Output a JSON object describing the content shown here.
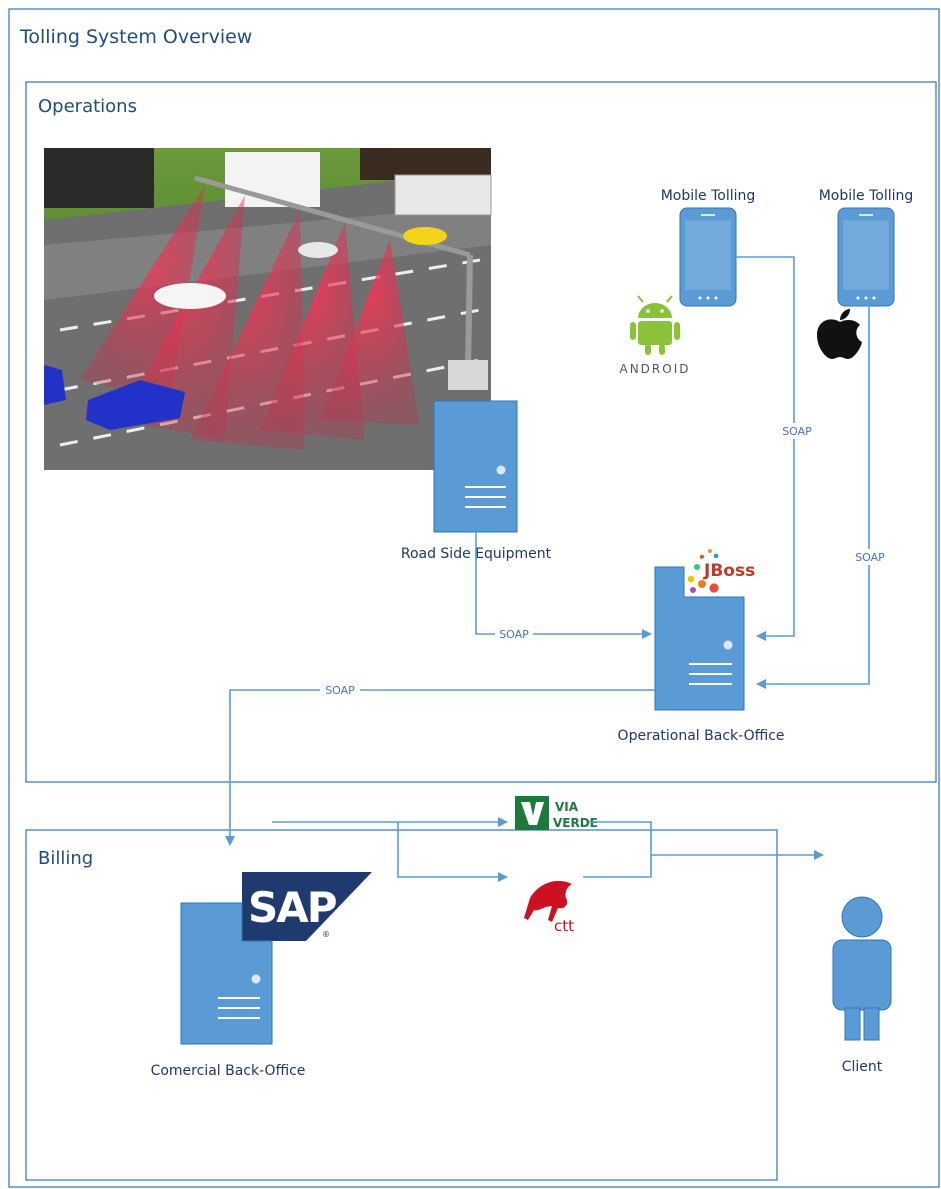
{
  "diagram": {
    "title": "Tolling System Overview",
    "operations": {
      "title": "Operations",
      "road_side": "Road Side Equipment",
      "mobile_android": "Mobile Tolling",
      "mobile_ios": "Mobile Tolling",
      "android_text": "ANDROID",
      "jboss_text": "JBoss",
      "operational": "Operational Back-Office"
    },
    "billing": {
      "title": "Billing",
      "comercial": "Comercial Back-Office",
      "sap_text": "SAP",
      "ctt_text": "ctt",
      "via_text": "VIA",
      "verde_text": "VERDE",
      "client": "Client"
    },
    "edges": {
      "soap_android": "SOAP",
      "soap_ios": "SOAP",
      "soap_rse": "SOAP",
      "soap_billing": "SOAP"
    },
    "colors": {
      "border": "#2e75b6",
      "server": "#5b9bd5",
      "line": "#5b9bd5",
      "text": "#1f4e79"
    }
  }
}
